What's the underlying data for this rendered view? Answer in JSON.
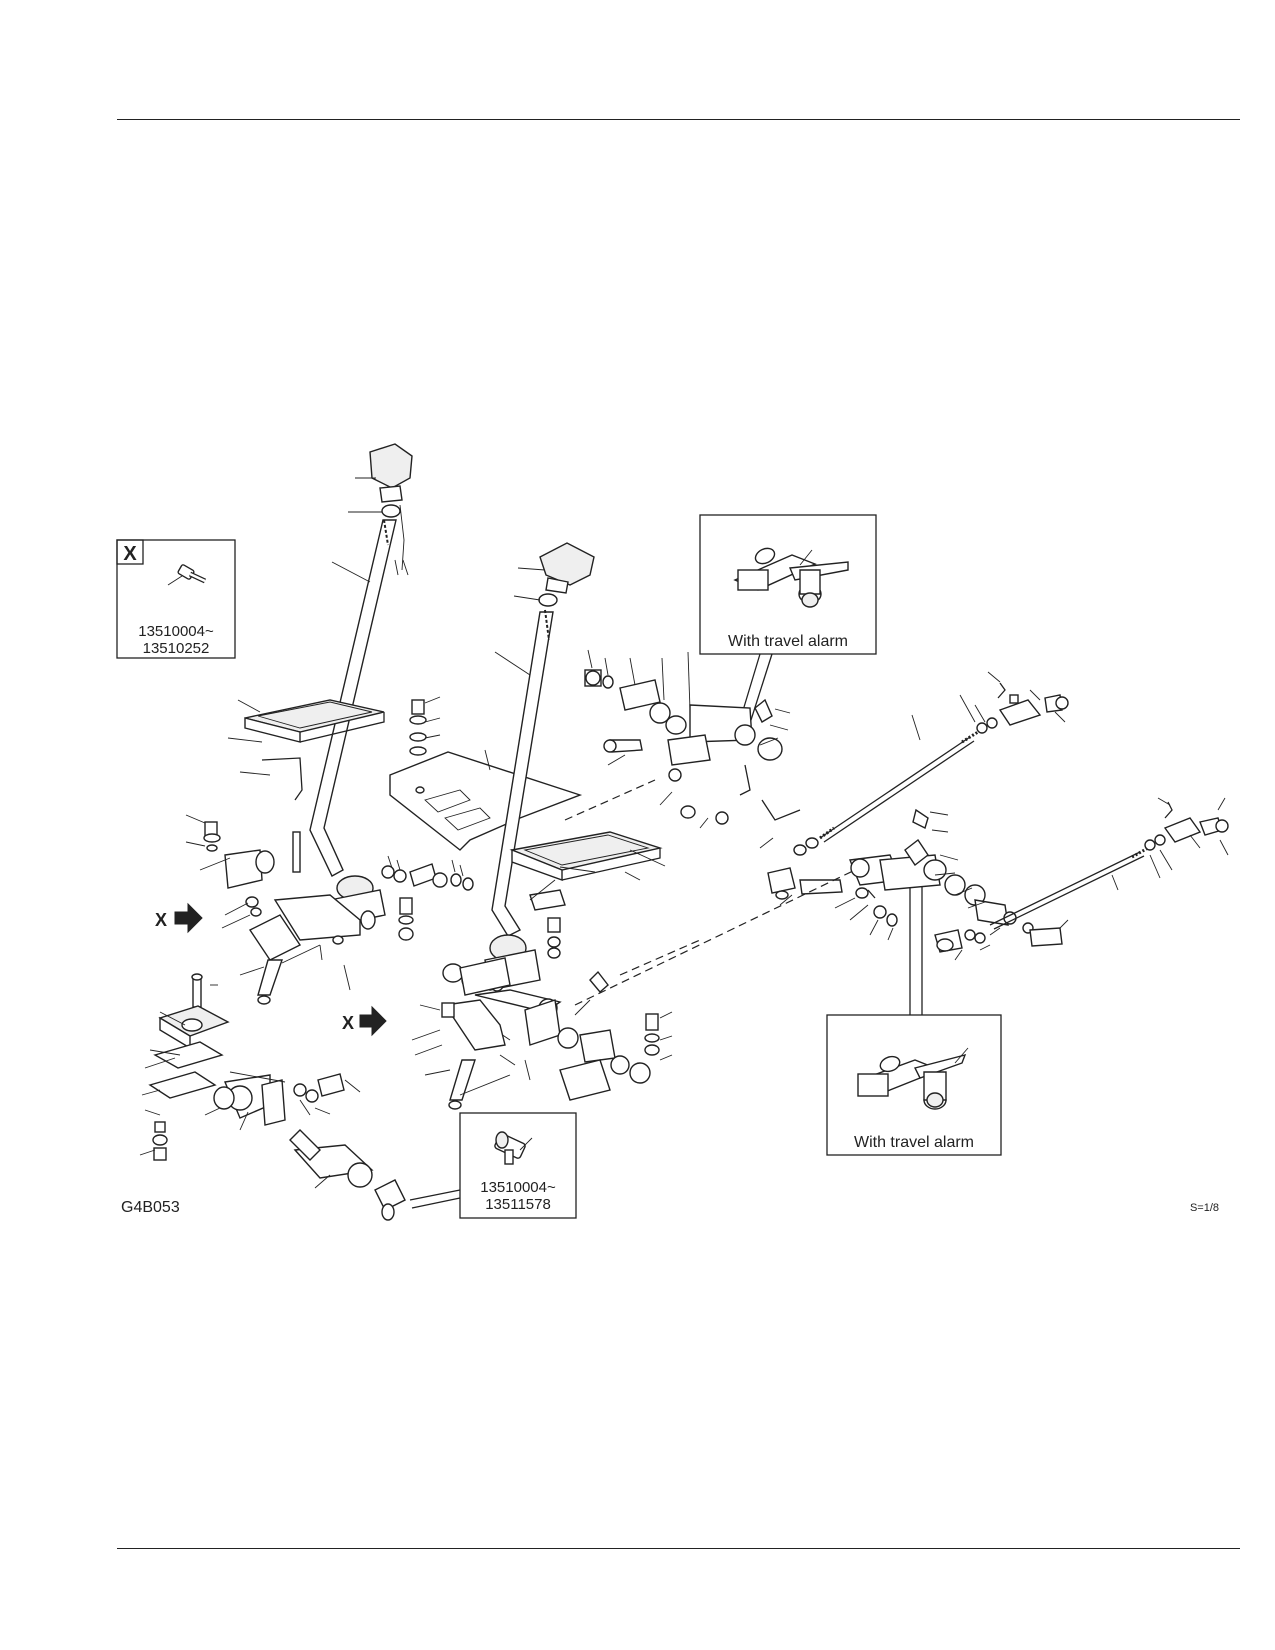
{
  "drawing_code": "G4B053",
  "scale": "S=1/8",
  "detail_x": {
    "label": "X",
    "serial_from": "13510004~",
    "serial_to": "13510252"
  },
  "detail_bottom": {
    "serial_from": "13510004~",
    "serial_to": "13511578"
  },
  "inset_top": {
    "caption": "With travel alarm"
  },
  "inset_bottom": {
    "caption": "With travel alarm"
  },
  "view_arrows": [
    {
      "label": "X"
    },
    {
      "label": "X"
    }
  ]
}
